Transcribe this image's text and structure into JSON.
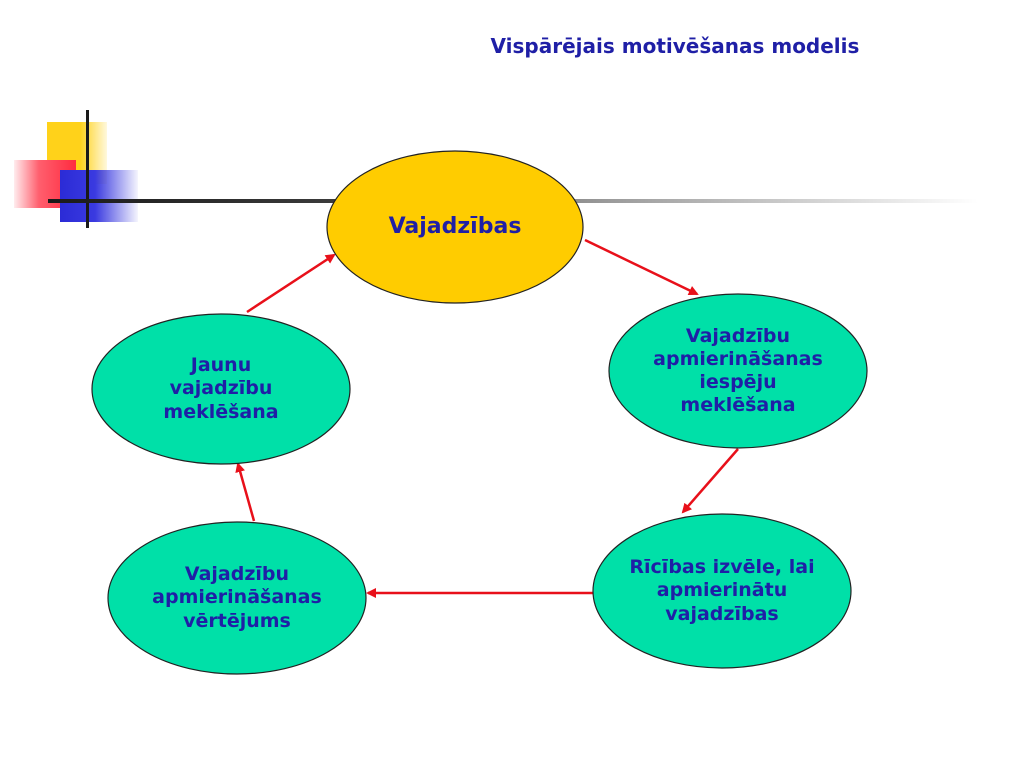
{
  "title": "Vispārējais motivēšanas modelis",
  "colors": {
    "text": "#1f1fa6",
    "node_primary": "#ffcc00",
    "node_secondary": "#00e0a8",
    "arrow": "#e8101a",
    "outline": "#222222"
  },
  "nodes": [
    {
      "id": "needs",
      "label": "Vajadzības"
    },
    {
      "id": "search-options",
      "label": "Vajadzību\napmierināšanas\niespēju\nmeklēšana"
    },
    {
      "id": "choose-action",
      "label": "Rīcības izvēle, lai\napmierinātu\nvajadzības"
    },
    {
      "id": "evaluate",
      "label": "Vajadzību\napmierināšanas\nvērtējums"
    },
    {
      "id": "search-new",
      "label": "Jaunu\nvajadzību\nmeklēšana"
    }
  ],
  "edges": [
    {
      "from": "needs",
      "to": "search-options"
    },
    {
      "from": "search-options",
      "to": "choose-action"
    },
    {
      "from": "choose-action",
      "to": "evaluate"
    },
    {
      "from": "evaluate",
      "to": "search-new"
    },
    {
      "from": "search-new",
      "to": "needs"
    }
  ]
}
